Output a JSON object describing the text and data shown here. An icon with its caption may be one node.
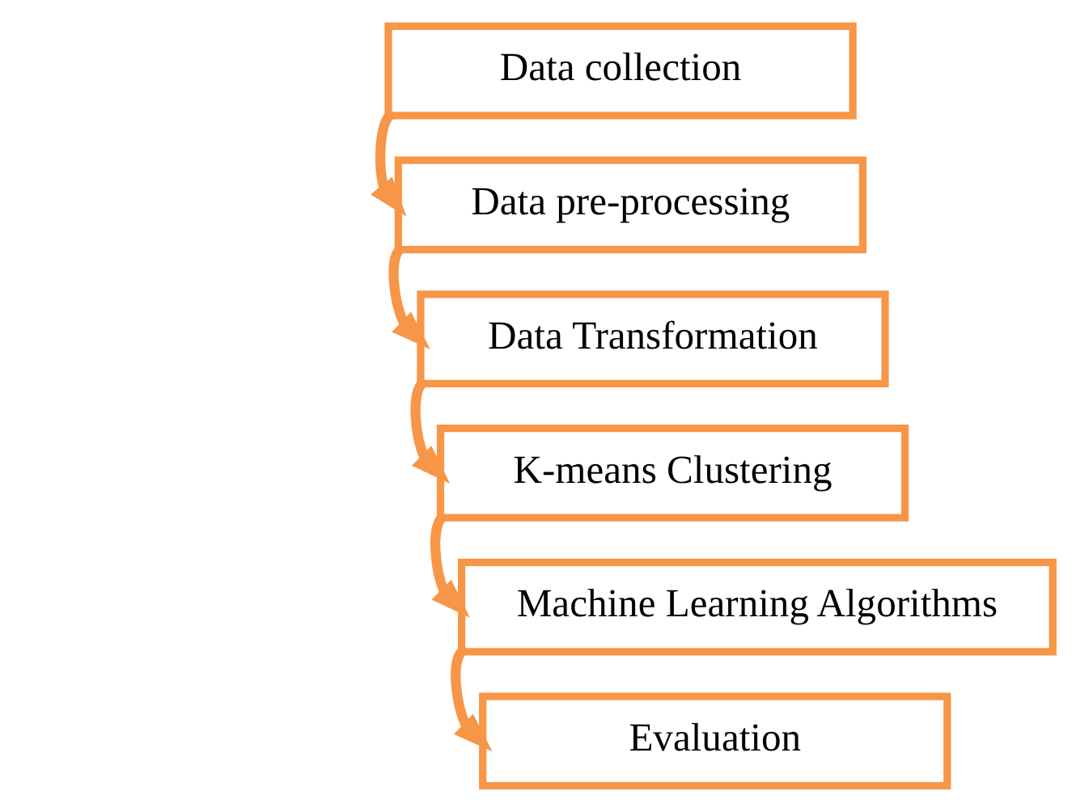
{
  "diagram": {
    "nodes": [
      {
        "text": [
          "Data collection"
        ]
      },
      {
        "text": [
          "Data pre-processing"
        ]
      },
      {
        "text": [
          "Data Transformation"
        ]
      },
      {
        "text": [
          "K-means Clustering"
        ]
      },
      {
        "text": [
          "Machine Learning Algorithms"
        ]
      },
      {
        "text": [
          "Evaluation"
        ]
      }
    ],
    "edges": [
      {
        "from": 0,
        "to": 1,
        "arrow": "to"
      },
      {
        "from": 1,
        "to": 2,
        "arrow": "to"
      },
      {
        "from": 2,
        "to": 3,
        "arrow": "to"
      },
      {
        "from": 3,
        "to": 4,
        "arrow": "to"
      },
      {
        "from": 4,
        "to": 5,
        "arrow": "to"
      }
    ]
  }
}
